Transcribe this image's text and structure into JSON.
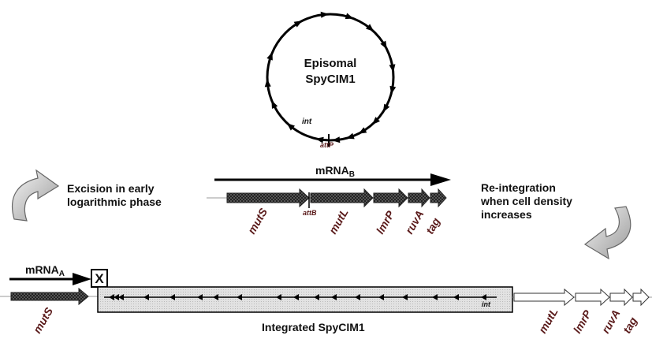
{
  "episomal": {
    "line1": "Episomal",
    "line2": "SpyCIM1",
    "int_label": "int",
    "attp_label": "attP"
  },
  "excision": {
    "line1": "Excision in early",
    "line2": "logarithmic phase"
  },
  "reintegration": {
    "line1": "Re-integration",
    "line2": "when cell density",
    "line3": "increases"
  },
  "mrna_b": {
    "main": "mRNA",
    "sub": "B"
  },
  "mrna_a": {
    "main": "mRNA",
    "sub": "A"
  },
  "x_mark": "X",
  "top_genes": {
    "mutS": "mutS",
    "attB": "attB",
    "mutL": "mutL",
    "lmrP": "lmrP",
    "ruvA": "ruvA",
    "tag": "tag"
  },
  "bottom": {
    "mutS": "mutS",
    "int": "int",
    "integrated": "Integrated SpyCIM1",
    "mutL": "mutL",
    "lmrP": "lmrP",
    "ruvA": "ruvA",
    "tag": "tag"
  },
  "colors": {
    "dark_gene": "#3c3c3c",
    "element_box": "#dcdcdc",
    "label_brown": "#5a1a1a"
  }
}
